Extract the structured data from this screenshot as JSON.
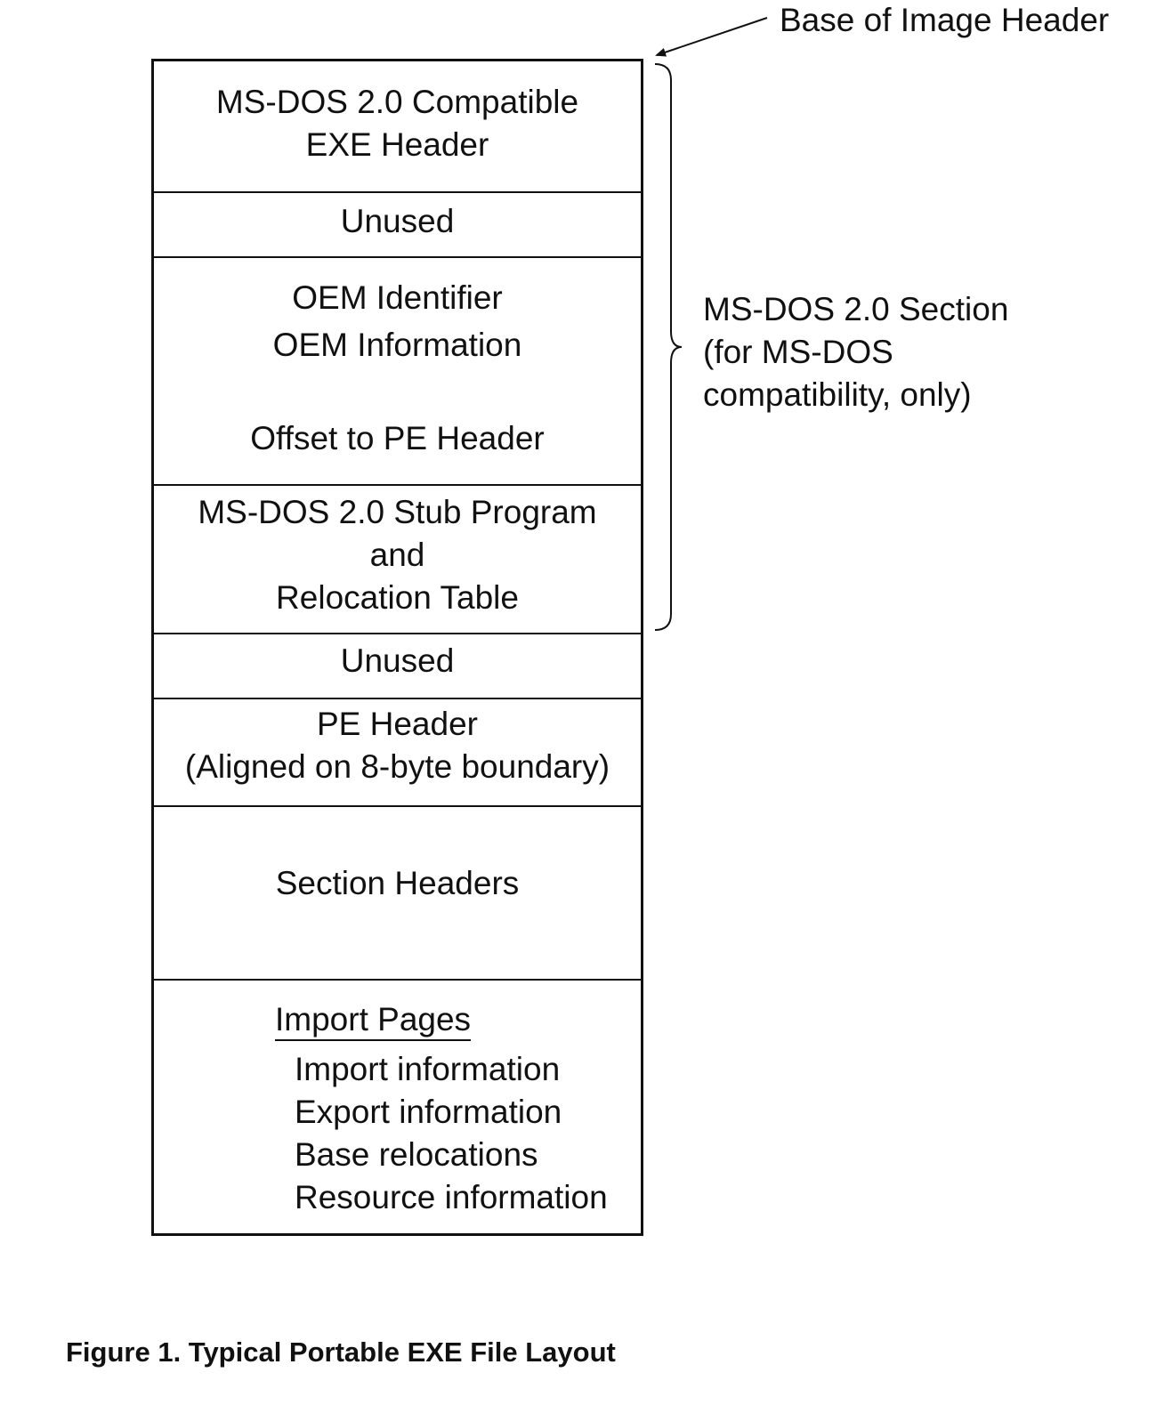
{
  "diagram": {
    "blocks": [
      {
        "lines": [
          "MS-DOS 2.0 Compatible",
          "EXE Header"
        ]
      },
      {
        "lines": [
          "Unused"
        ]
      },
      {
        "lines": [
          "OEM Identifier",
          "OEM Information",
          "Offset to PE Header"
        ]
      },
      {
        "lines": [
          "MS-DOS 2.0 Stub Program",
          "and",
          "Relocation Table"
        ]
      },
      {
        "lines": [
          "Unused"
        ]
      },
      {
        "lines": [
          "PE Header",
          "(Aligned on 8-byte boundary)"
        ]
      },
      {
        "lines": [
          "Section Headers"
        ]
      },
      {
        "title": "Import Pages",
        "items": [
          "Import information",
          "Export information",
          "Base relocations",
          "Resource information"
        ]
      }
    ],
    "base_label": "Base of Image Header",
    "section_label": [
      "MS-DOS 2.0 Section",
      "(for MS-DOS",
      "compatibility, only)"
    ],
    "caption": "Figure 1. Typical Portable EXE File Layout"
  }
}
